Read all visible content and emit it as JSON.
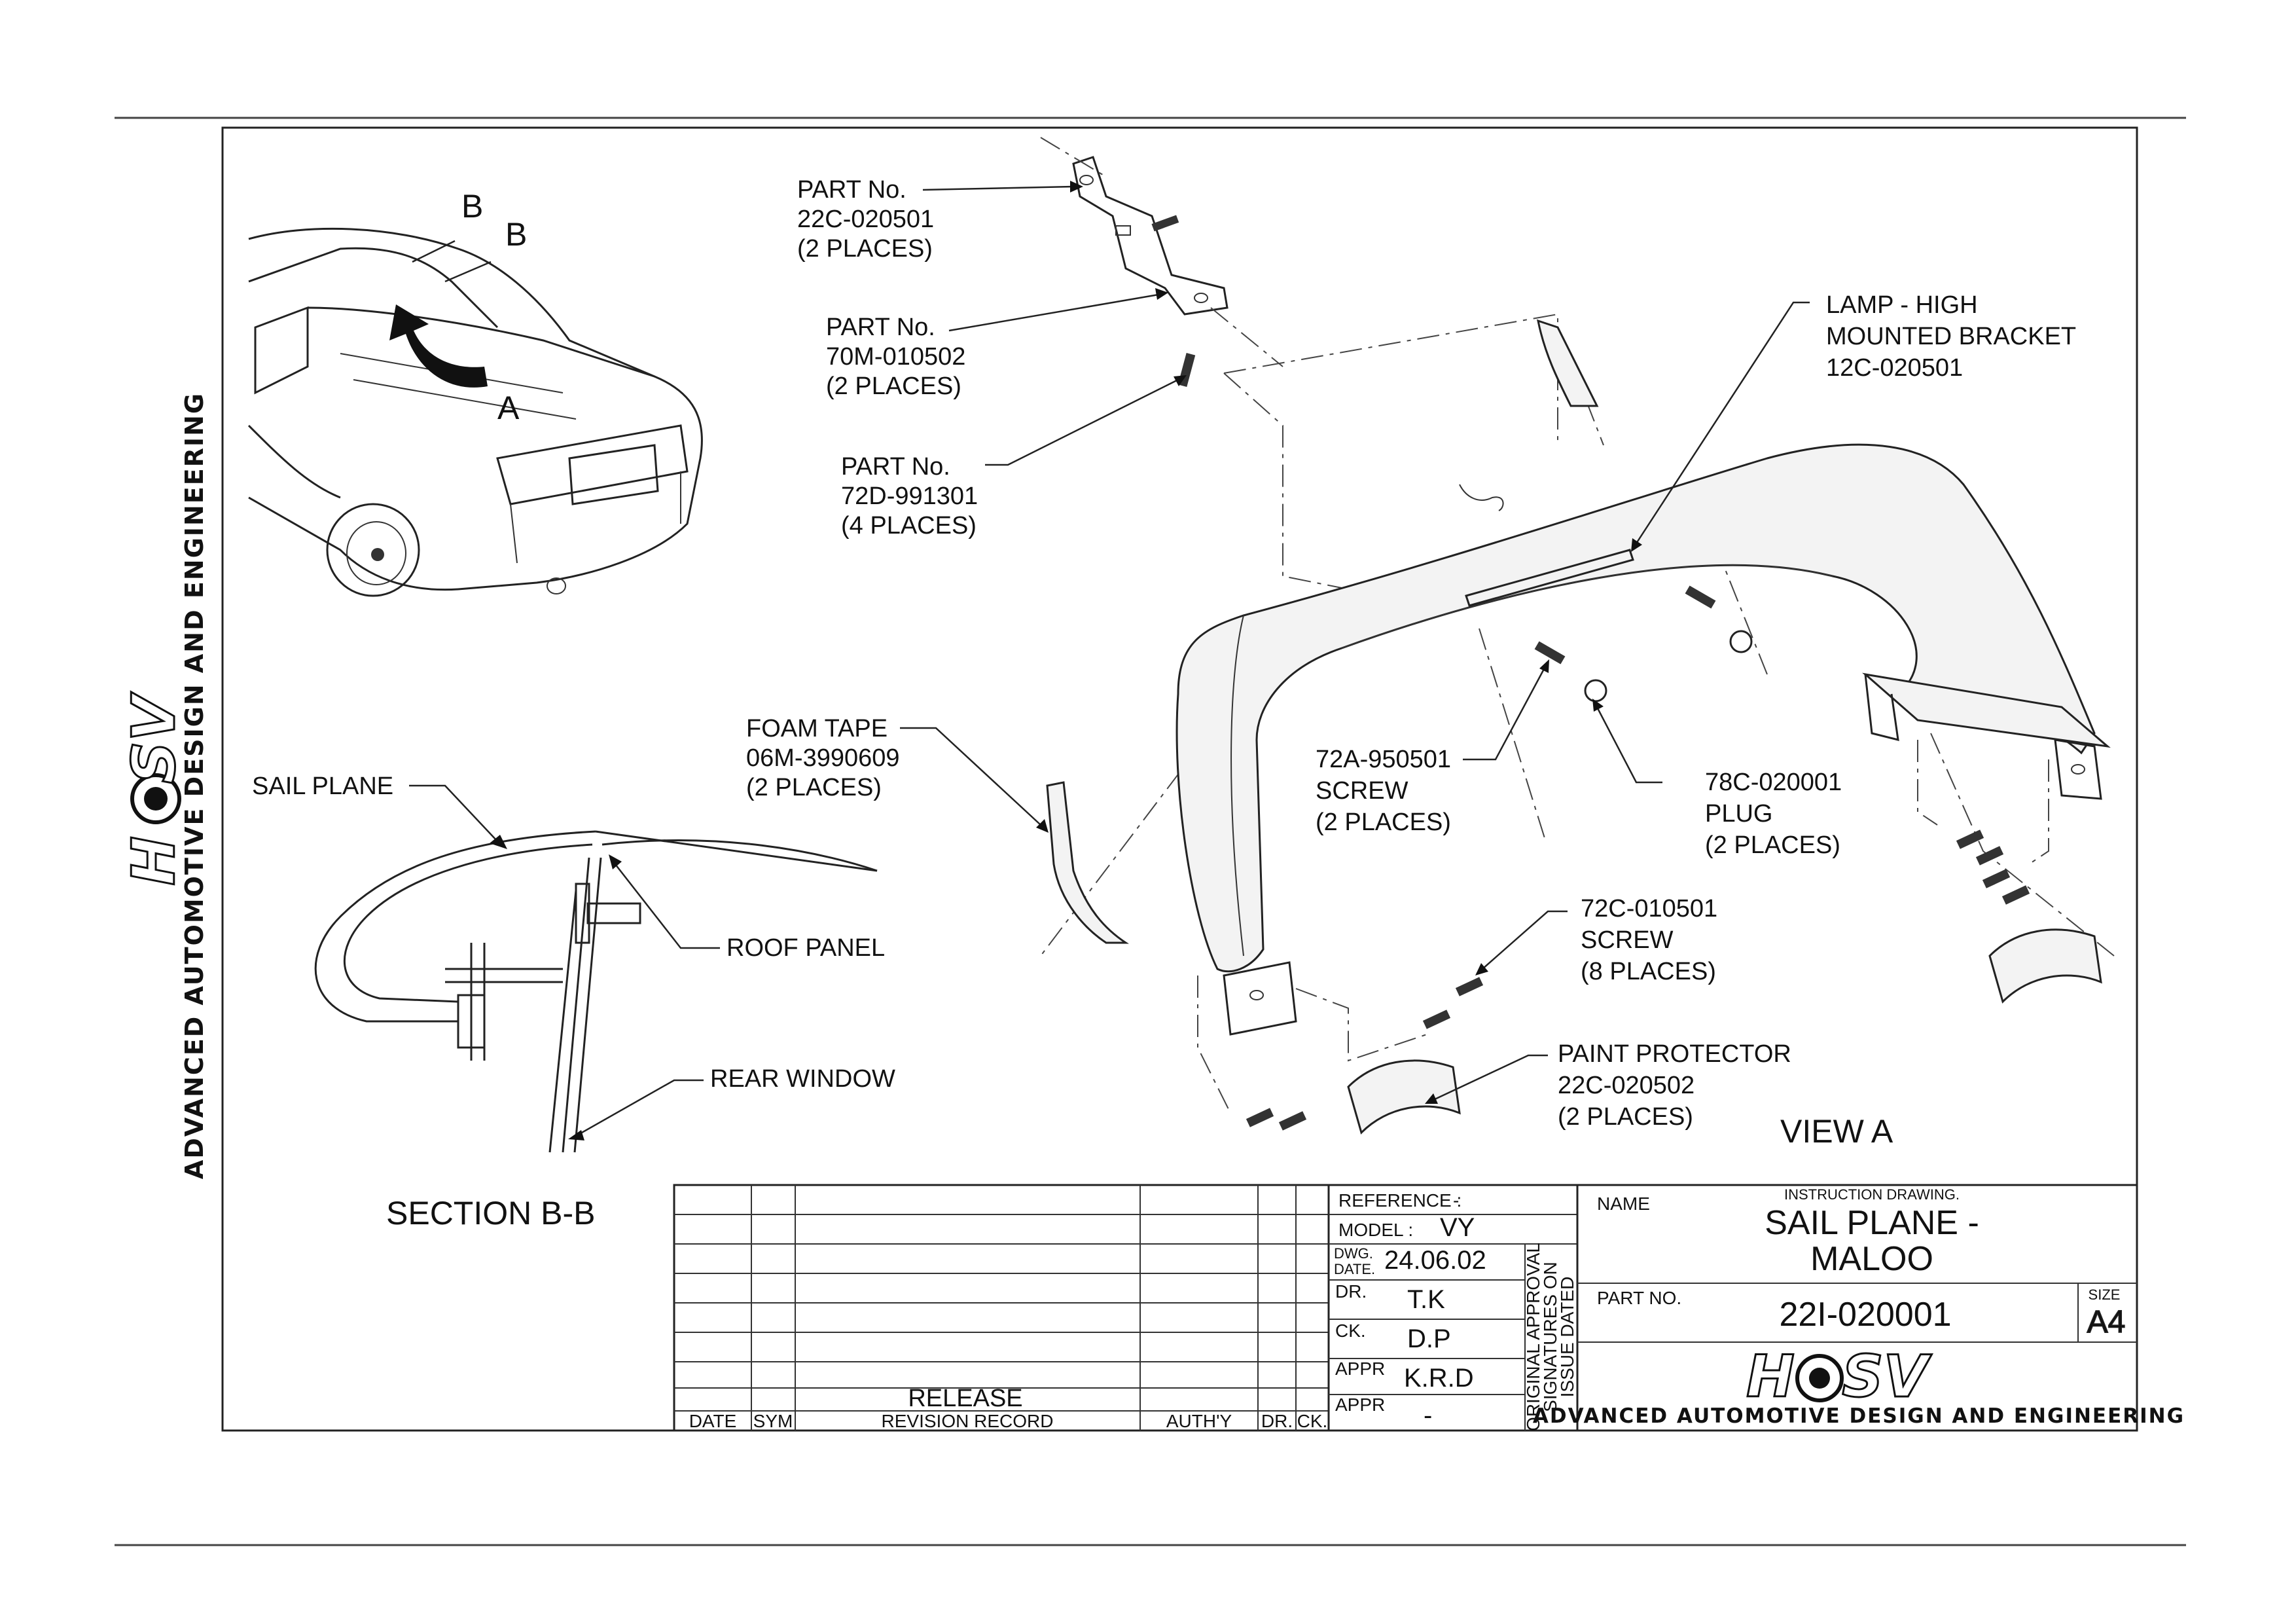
{
  "labels": {
    "part_22c": [
      "PART No.",
      "22C-020501",
      "(2 PLACES)"
    ],
    "part_70m": [
      "PART No.",
      "70M-010502",
      "(2 PLACES)"
    ],
    "part_72d": [
      "PART No.",
      "72D-991301",
      "(4 PLACES)"
    ],
    "lamp_bracket": [
      "LAMP - HIGH",
      "MOUNTED BRACKET",
      "12C-020501"
    ],
    "foam_tape": [
      "FOAM TAPE",
      "06M-3990609",
      "(2 PLACES)"
    ],
    "screw_72a": [
      "72A-950501",
      "SCREW",
      "(2 PLACES)"
    ],
    "plug_78c": [
      "78C-020001",
      "PLUG",
      "(2 PLACES)"
    ],
    "screw_72c": [
      "72C-010501",
      "SCREW",
      "(8 PLACES)"
    ],
    "paint_protector": [
      "PAINT PROTECTOR",
      "22C-020502",
      "(2 PLACES)"
    ],
    "sail_plane": "SAIL PLANE",
    "roof_panel": "ROOF PANEL",
    "rear_window": "REAR WINDOW",
    "section_b_b": "SECTION B-B",
    "view_a": "VIEW A",
    "arrow_a": "A",
    "marker_b": "B"
  },
  "side_banner": {
    "company": "ADVANCED AUTOMOTIVE DESIGN AND ENGINEERING",
    "logo": [
      "H",
      "SV"
    ]
  },
  "revision_table": {
    "headers": [
      "DATE",
      "SYM",
      "REVISION RECORD",
      "AUTH'Y",
      "DR.",
      "CK."
    ],
    "entry": "RELEASE"
  },
  "title_block": {
    "reference_label": "REFERENCE :",
    "reference_value": "-",
    "model_label": "MODEL :",
    "model_value": "VY",
    "dwg_date_label": [
      "DWG.",
      "DATE."
    ],
    "dwg_date_value": "24.06.02",
    "dr_label": "DR.",
    "dr_value": "T.K",
    "ck_label": "CK.",
    "ck_value": "D.P",
    "appr_label": "APPR",
    "appr_value": "K.R.D",
    "appr2_label": "APPR",
    "appr2_value": "-",
    "approval_note": [
      "ORIGINAL APPROVAL",
      "SIGNATURES ON",
      "ISSUE DATED"
    ],
    "name_label": "NAME",
    "drawing_type": "INSTRUCTION DRAWING.",
    "drawing_title": [
      "SAIL PLANE -",
      "MALOO"
    ],
    "part_no_label": "PART NO.",
    "part_no_value": "22I-020001",
    "size_label": "SIZE",
    "size_value": "A4",
    "company": "ADVANCED AUTOMOTIVE DESIGN AND ENGINEERING",
    "logo": [
      "H",
      "SV"
    ]
  }
}
